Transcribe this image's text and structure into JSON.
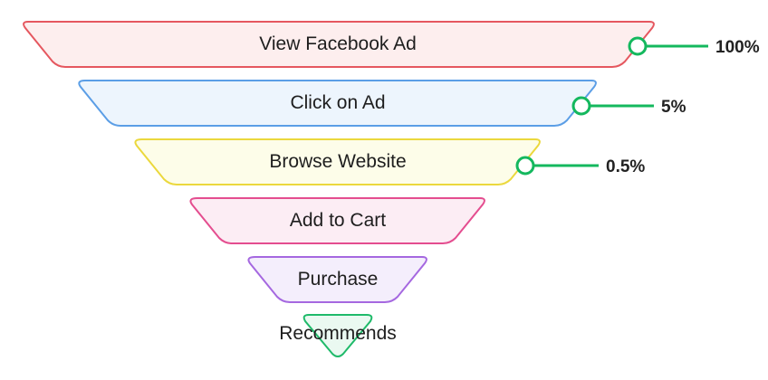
{
  "stages": [
    {
      "label": "View Facebook Ad",
      "fill": "#fdeeee",
      "stroke": "#e5575f",
      "metric": "100%"
    },
    {
      "label": "Click on Ad",
      "fill": "#edf5fd",
      "stroke": "#5b9ee6",
      "metric": "5%"
    },
    {
      "label": "Browse Website",
      "fill": "#fdfde9",
      "stroke": "#ebd83d",
      "metric": "0.5%"
    },
    {
      "label": "Add to Cart",
      "fill": "#fcedf4",
      "stroke": "#e44d8f",
      "metric": null
    },
    {
      "label": "Purchase",
      "fill": "#f4eefc",
      "stroke": "#a568e0",
      "metric": null
    },
    {
      "label": "Recommends",
      "fill": "#eaf9f1",
      "stroke": "#1fba6a",
      "metric": null
    }
  ],
  "marker_color": "#14b85e"
}
